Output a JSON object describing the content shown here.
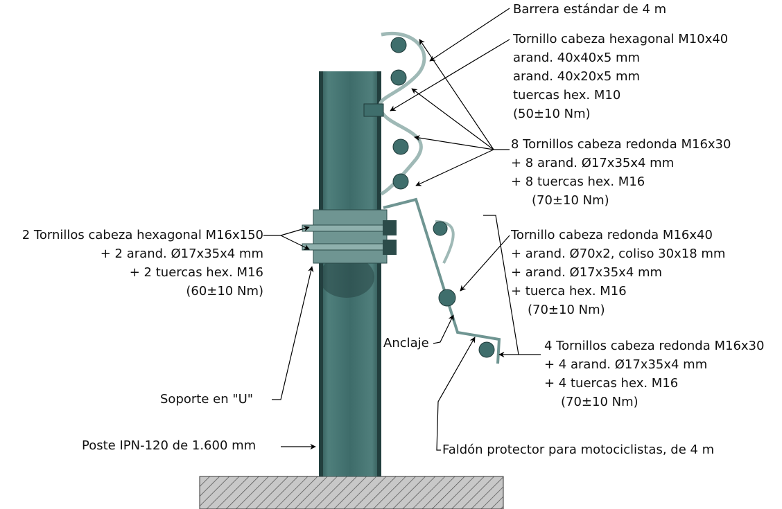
{
  "labels": {
    "barrier": "Barrera estándar de 4 m",
    "hex_m10": [
      "Tornillo cabeza hexagonal M10x40",
      "arand. 40x40x5 mm",
      "arand. 40x20x5 mm",
      "tuercas hex. M10",
      "(50±10 Nm)"
    ],
    "round_8": [
      "8 Tornillos cabeza redonda M16x30",
      "+ 8 arand. Ø17x35x4 mm",
      "+ 8 tuercas hex. M16",
      "(70±10 Nm)"
    ],
    "hex_m16": [
      "2 Tornillos cabeza hexagonal M16x150",
      "+ 2 arand. Ø17x35x4 mm",
      "+ 2 tuercas hex. M16",
      "(60±10 Nm)"
    ],
    "round_m16x40": [
      "Tornillo cabeza redonda M16x40",
      "+ arand. Ø70x2, coliso 30x18 mm",
      "+ arand. Ø17x35x4 mm",
      "+ tuerca hex. M16",
      "(70±10 Nm)"
    ],
    "anchor": "Anclaje",
    "round_4": [
      "4 Tornillos cabeza redonda M16x30",
      "+ 4 arand. Ø17x35x4 mm",
      "+ 4 tuercas hex. M16",
      "(70±10 Nm)"
    ],
    "u_support": "Soporte en \"U\"",
    "post": "Poste IPN-120 de 1.600 mm",
    "skirt": "Faldón protector para motociclistas, de 4 m"
  },
  "colors": {
    "steel": "#3f6e6c",
    "steel_dark": "#274a48",
    "rail": "#9fb9b6",
    "ground": "#bdbdbd"
  }
}
